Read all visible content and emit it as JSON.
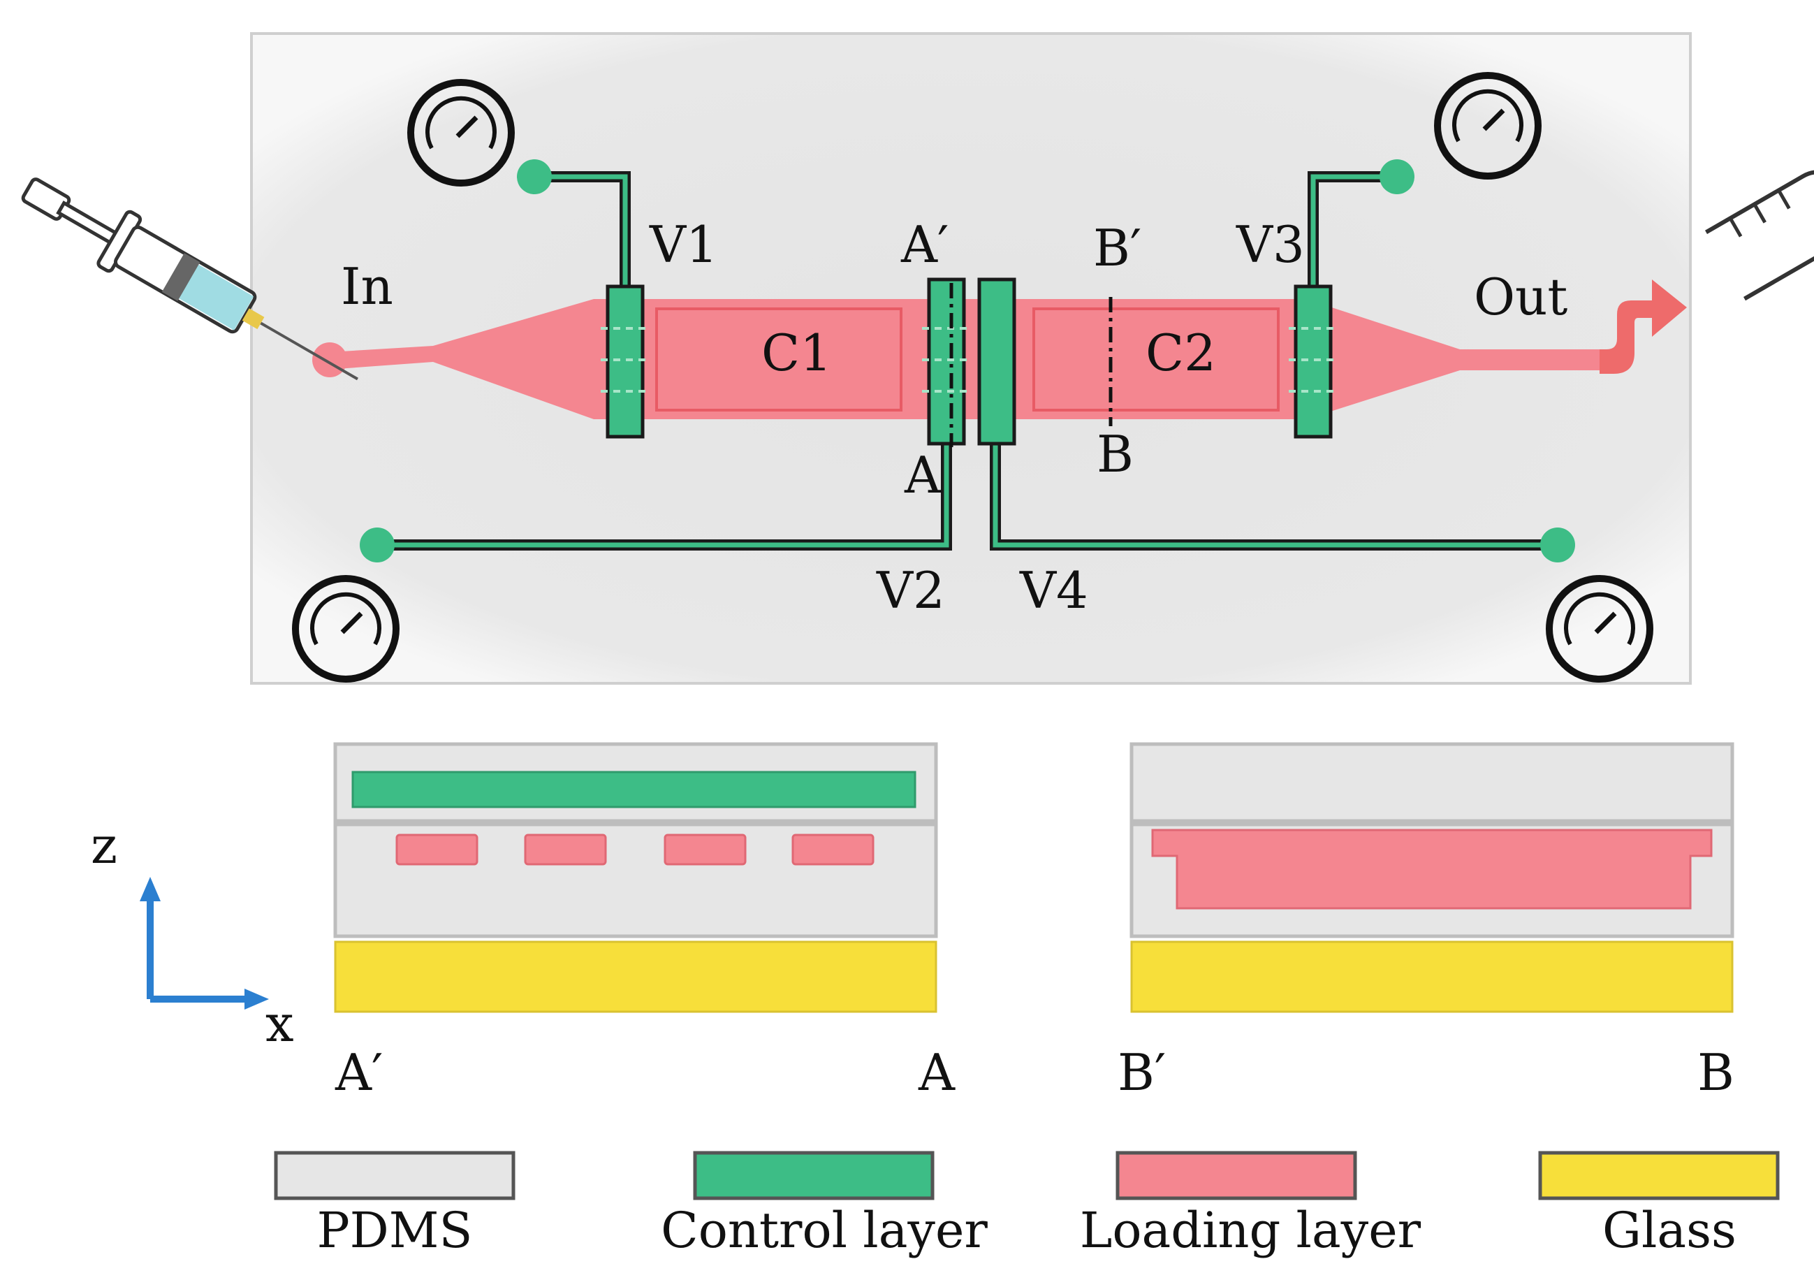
{
  "colors": {
    "pdms": "#e6e6e6",
    "control": "#3dbd86",
    "loading": "#f48690",
    "glass": "#f7df3a",
    "axis": "#2b7fd0",
    "outline": "#1a1a1a",
    "outlet_arrow": "#ee6b6b"
  },
  "top_view": {
    "inlet_label": "In",
    "outlet_label": "Out",
    "chambers": [
      "C1",
      "C2"
    ],
    "valves": [
      "V1",
      "V2",
      "V3",
      "V4"
    ],
    "section_a_top": "A′",
    "section_a_bottom": "A",
    "section_b_top": "B′",
    "section_b_bottom": "B",
    "icons": [
      "syringe-icon",
      "pressure-gauge-icon",
      "collection-tube-icon",
      "outlet-arrow-icon"
    ]
  },
  "cross_sections": {
    "axis_z": "z",
    "axis_x": "x",
    "aa_left": "A′",
    "aa_right": "A",
    "bb_left": "B′",
    "bb_right": "B"
  },
  "legend": [
    {
      "label": "PDMS",
      "color": "#e6e6e6"
    },
    {
      "label": "Control layer",
      "color": "#3dbd86"
    },
    {
      "label": "Loading layer",
      "color": "#f48690"
    },
    {
      "label": "Glass",
      "color": "#f7df3a"
    }
  ]
}
